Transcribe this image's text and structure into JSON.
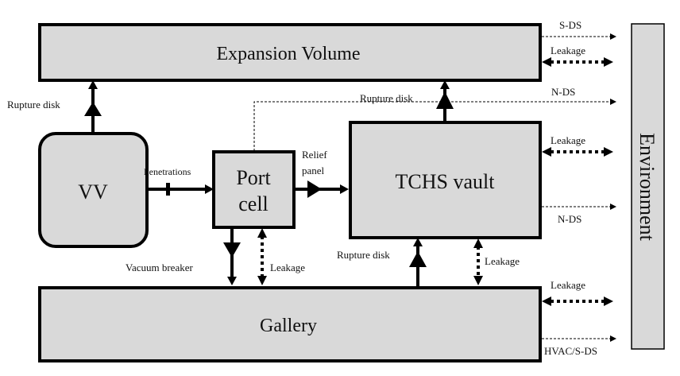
{
  "nodes": {
    "expansion_volume": "Expansion Volume",
    "vv": "VV",
    "port_cell_line1": "Port",
    "port_cell_line2": "cell",
    "tchs_vault": "TCHS vault",
    "gallery": "Gallery",
    "environment": "Environment"
  },
  "labels": {
    "rupture_disk_vv": "Rupture  disk",
    "rupture_disk_tchs_top": "Rupture  disk",
    "rupture_disk_tchs_bottom": "Rupture  disk",
    "penetrations": "Penetrations",
    "relief_panel_line1": "Relief",
    "relief_panel_line2": "panel",
    "vacuum_breaker": "Vacuum  breaker",
    "leakage_portcell_gallery": "Leakage",
    "leakage_tchs_gallery": "Leakage"
  },
  "environment_links": [
    {
      "label": "S-DS",
      "style": "dashed",
      "source": "Expansion Volume"
    },
    {
      "label": "Leakage",
      "style": "bidirectional-dotted",
      "source": "Expansion Volume"
    },
    {
      "label": "N-DS",
      "style": "dashed",
      "source": "Port cell"
    },
    {
      "label": "Leakage",
      "style": "bidirectional-dotted",
      "source": "TCHS vault"
    },
    {
      "label": "N-DS",
      "style": "dashed",
      "source": "TCHS vault"
    },
    {
      "label": "Leakage",
      "style": "bidirectional-dotted",
      "source": "Gallery"
    },
    {
      "label": "HVAC/S-DS",
      "style": "dashed",
      "source": "Gallery"
    }
  ],
  "colors": {
    "box_fill": "#d9d9d9",
    "stroke": "#000000"
  }
}
